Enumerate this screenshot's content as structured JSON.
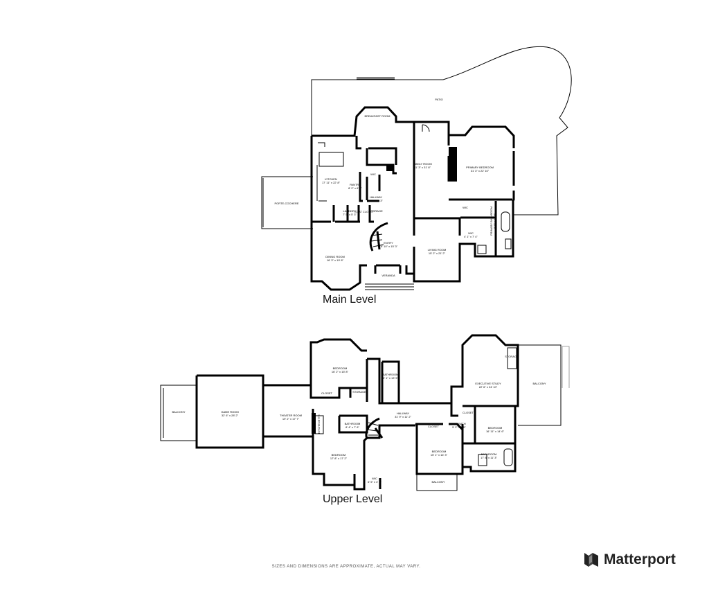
{
  "levels": {
    "main": {
      "label": "Main Level",
      "rooms": {
        "patio": {
          "name": "PATIO",
          "dim": ""
        },
        "breakfast": {
          "name": "BREAKFAST ROOM",
          "dim": ""
        },
        "family": {
          "name": "FAMILY ROOM",
          "dim": "31' 3\" x 31' 8\""
        },
        "primary_bed": {
          "name": "PRIMARY BEDROOM",
          "dim": "31' 3\" x 22' 10\""
        },
        "kitchen": {
          "name": "KITCHEN",
          "dim": "17' 11\" x 22' 8\""
        },
        "pantry": {
          "name": "PANTRY",
          "dim": "8' 2\" x 6' 7\""
        },
        "wic1": {
          "name": "WIC",
          "dim": ""
        },
        "hallway": {
          "name": "HALLWAY",
          "dim": "3' 9\" x 7' 3\""
        },
        "porte": {
          "name": "PORTE-COCHERE",
          "dim": ""
        },
        "laundry": {
          "name": "LAUNDRY",
          "dim": "7' 5\" x 5' 3\""
        },
        "coat": {
          "name": "COAT CLOSET",
          "dim": ""
        },
        "storage": {
          "name": "STORAGE",
          "dim": ""
        },
        "wic2": {
          "name": "WIC",
          "dim": ""
        },
        "primary_bath": {
          "name": "PRIMARY BATHROOM",
          "dim": "8' 8\" x 21' 6\""
        },
        "wic3": {
          "name": "WIC",
          "dim": "4' 1\" x 7' 4\""
        },
        "entry": {
          "name": "ENTRY",
          "dim": "16' 10\" x 15' 3\""
        },
        "living": {
          "name": "LIVING ROOM",
          "dim": "15' 2\" x 21' 2\""
        },
        "dining": {
          "name": "DINING ROOM",
          "dim": "16' 3\" x 19' 8\""
        },
        "veranda": {
          "name": "VERANDA",
          "dim": ""
        }
      }
    },
    "upper": {
      "label": "Upper Level",
      "rooms": {
        "bed_top": {
          "name": "BEDROOM",
          "dim": "16' 2\" x 15' 8\""
        },
        "closet_top": {
          "name": "CLOSET",
          "dim": ""
        },
        "storage_top": {
          "name": "STORAGE",
          "dim": ""
        },
        "bath_small": {
          "name": "BATHROOM",
          "dim": "5' 1\" x 13' 5\""
        },
        "executive": {
          "name": "EXECUTIVE STUDY",
          "dim": "22' 6\" x 24' 10\""
        },
        "storage_exec": {
          "name": "STORAGE",
          "dim": ""
        },
        "balcony_right": {
          "name": "BALCONY",
          "dim": ""
        },
        "balcony_left": {
          "name": "BALCONY",
          "dim": ""
        },
        "game": {
          "name": "GAME ROOM",
          "dim": "32' 6\" x 28' 2\""
        },
        "theater": {
          "name": "THEATER ROOM",
          "dim": "19' 2\" x 17' 7\""
        },
        "kitchenette": {
          "name": "KITCHENETTE",
          "dim": ""
        },
        "bath_mid": {
          "name": "BATHROOM",
          "dim": "8' 4\" x 7' 6\""
        },
        "hallway": {
          "name": "HALLWAY",
          "dim": "31' 9\" x 11' 2\""
        },
        "closet_up": {
          "name": "CLOSET",
          "dim": ""
        },
        "closet_up2": {
          "name": "CLOSET",
          "dim": ""
        },
        "bed_lower": {
          "name": "BEDROOM",
          "dim": "17' 8\" x 17' 2\""
        },
        "wic_up": {
          "name": "WIC",
          "dim": "6' 5\" x 4' 1\""
        },
        "wic_up2": {
          "name": "WIC/BATH",
          "dim": "5' 2\" x 6' 5\""
        },
        "bed_right": {
          "name": "BEDROOM",
          "dim": "16' 11\" x 14' 6\""
        },
        "bed_mid": {
          "name": "BEDROOM",
          "dim": "15' 1\" x 14' 3\""
        },
        "bath_right": {
          "name": "BATHROOM",
          "dim": "17' 8\" x 11' 3\""
        },
        "balcony_small": {
          "name": "BALCONY",
          "dim": ""
        }
      }
    }
  },
  "footer": {
    "disclaimer": "SIZES AND DIMENSIONS ARE APPROXIMATE, ACTUAL MAY VARY.",
    "brand": "Matterport",
    "brand_icon": "matterport-logo-icon"
  }
}
